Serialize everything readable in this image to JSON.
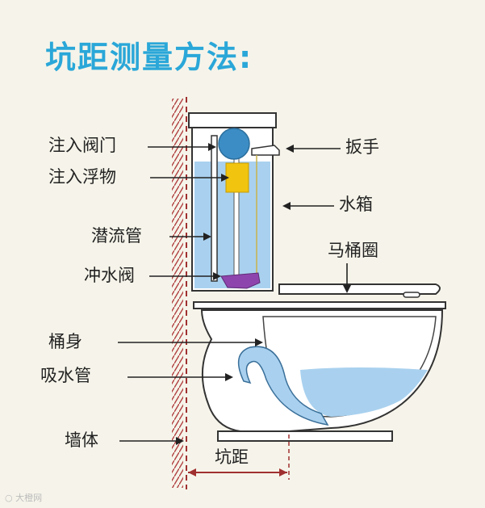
{
  "title": "坑距测量方法:",
  "labels": {
    "inlet_valve": "注入阀门",
    "inlet_float": "注入浮物",
    "overflow_pipe": "潜流管",
    "flush_valve": "冲水阀",
    "bowl_body": "桶身",
    "siphon_pipe": "吸水管",
    "wall": "墙体",
    "handle": "扳手",
    "water_tank": "水箱",
    "seat_ring": "马桶圈",
    "rough_in": "坑距"
  },
  "watermark": "大橙网",
  "colors": {
    "title": "#2aa7d8",
    "water": "#a9d1ef",
    "wall_line": "#a03030",
    "float": "#f1c40f",
    "valve": "#8e44ad",
    "ball": "#3c8dc5"
  }
}
